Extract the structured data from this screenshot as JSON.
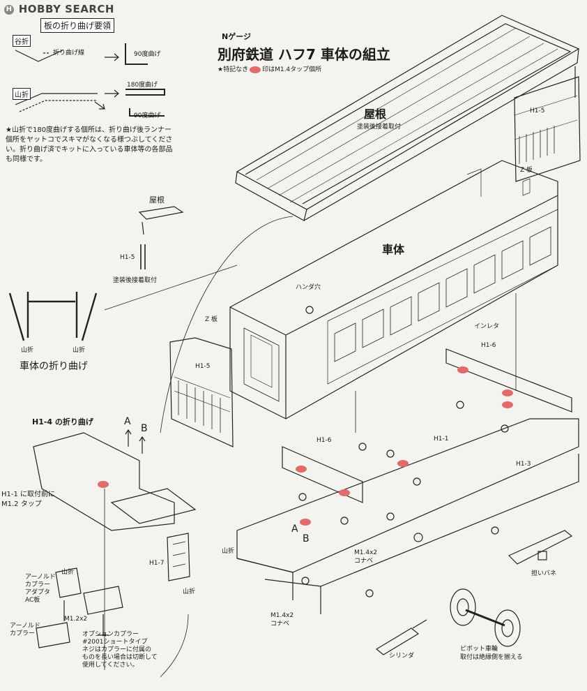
{
  "logo": {
    "mark": "H",
    "text": "HOBBY SEARCH"
  },
  "bending": {
    "header": "板の折り曲げ要領",
    "valley_tag": "谷折",
    "mountain_tag": "山折",
    "bend_line": "折り曲げ線",
    "deg90": "90度曲げ",
    "deg180": "180度曲げ",
    "deg90b": "90度曲げ",
    "note": "★山折で180度曲げする個所は、折り曲げ後ランナー個所をヤットコでスキマがなくなる様つぶしてください。折り曲げ済でキットに入っている車体等の各部品も同様です。"
  },
  "header": {
    "gauge": "Nゲージ",
    "title": "別府鉄道 ハフ7 車体の組立",
    "tap_note_pre": "★特記なき",
    "tap_note_post": "印はM1.4タップ個所"
  },
  "labels": {
    "roof": "屋根",
    "roof_note": "塗装後接着取付",
    "roof_small": "屋根",
    "h15_small": "H1-5",
    "paint_glue": "塗装後接着取付",
    "h15_top": "H1-5",
    "z_plate_right": "Z 板",
    "body": "車体",
    "solder_hole": "ハンダ穴",
    "z_plate_left": "Z 板",
    "inlet": "インレタ",
    "h16_right": "H1-6",
    "h15_left": "H1-5",
    "body_fold_title": "車体の折り曲げ",
    "fold_m1": "山折",
    "fold_m2": "山折",
    "h14_title": "H1-4 の折り曲げ",
    "label_a": "A",
    "label_b": "B",
    "h16_left": "H1-6",
    "h11": "H1-1",
    "h13": "H1-3",
    "h11_pre_tap": "H1-1 に取付前に\nM1.2 タップ",
    "label_a2": "A",
    "label_b2": "B",
    "mountain_fold": "山折",
    "m14_a": "M1.4x2\nコナベ",
    "h17": "H1-7",
    "mountain_fold2": "山折",
    "arnold_adapter": "アーノルド\nカプラー\nアダプタ\nAC板",
    "m12": "M1.2x2",
    "arnold": "アーノルド\nカプラー",
    "option_coupler": "オプションカプラー\n#2001ショートタイプ\nネジはカプラーに付属の\nものを長い場合は切断して\n使用してください。",
    "m14_b": "M1.4x2\nコナベ",
    "cylinder": "シリンダ",
    "bolster_spring": "担いバネ",
    "pivot_wheel": "ピボット車輪\n取付は絶縁側を揃える",
    "fold_tag_small": "山折"
  }
}
